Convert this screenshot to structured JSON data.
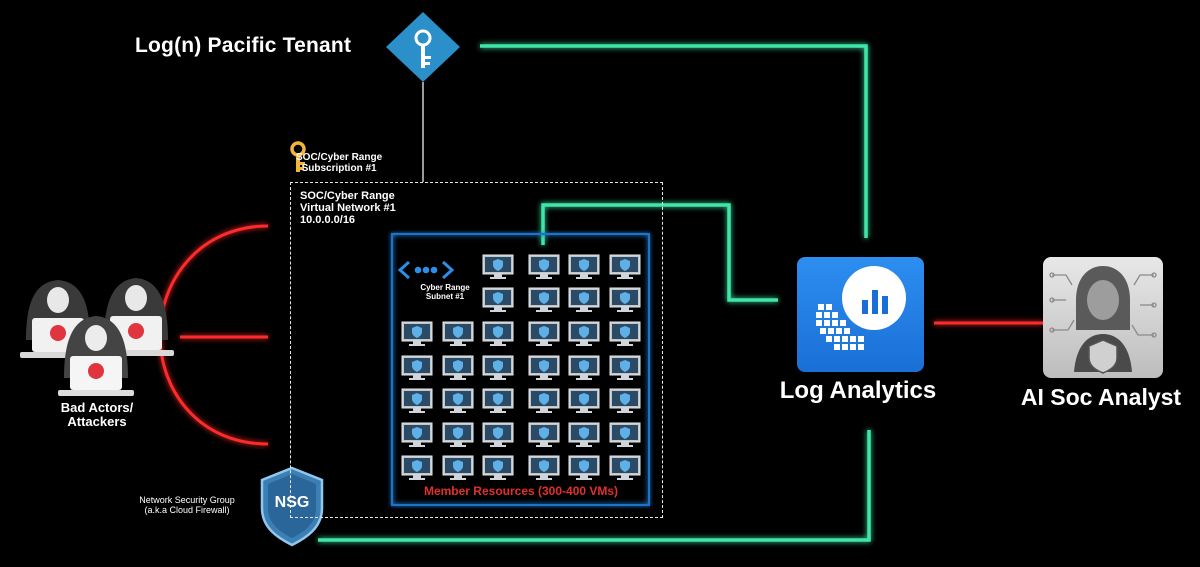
{
  "tenant": {
    "title": "Log(n) Pacific Tenant"
  },
  "subscription": {
    "line1": "SOC/Cyber Range",
    "line2": "Subscription #1"
  },
  "vnet": {
    "line1": "SOC/Cyber Range",
    "line2": "Virtual Network #1",
    "line3": "10.0.0.0/16"
  },
  "subnet": {
    "line1": "Cyber Range",
    "line2": "Subnet #1"
  },
  "members": {
    "label": "Member Resources (300-400 VMs)"
  },
  "attackers": {
    "line1": "Bad Actors/",
    "line2": "Attackers"
  },
  "nsg": {
    "badge": "NSG",
    "line1": "Network Security Group",
    "line2": "(a.k.a Cloud Firewall)"
  },
  "log_analytics": {
    "label": "Log Analytics"
  },
  "ai_analyst": {
    "label": "AI Soc Analyst"
  },
  "colors": {
    "green": "#3fe6a8",
    "red": "#ff2a2a",
    "blue": "#1e73c8",
    "member_red": "#e0302c",
    "key_gold": "#f2b53a"
  },
  "icons": [
    "key-icon",
    "shield-icon",
    "hacker-icon",
    "vm-monitor-icon",
    "subnet-brackets-icon",
    "log-analytics-icon",
    "ai-analyst-icon"
  ]
}
